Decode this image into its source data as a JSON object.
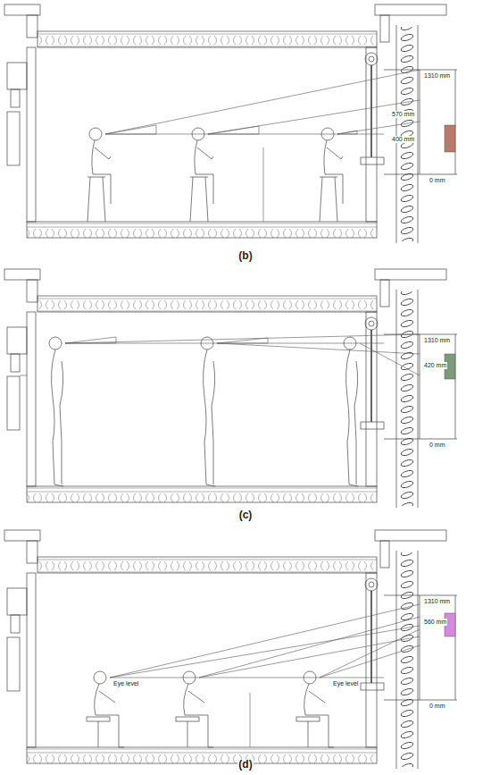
{
  "diagram": {
    "labels": [
      "1310 mm",
      "570 mm",
      "400 mm",
      "0 mm",
      "(b)",
      "1310 mm",
      "420 mm",
      "0 mm",
      "(c)",
      "1310 mm",
      "Eye level",
      "Eye level",
      "560 mm",
      "0 mm",
      "(d)"
    ]
  }
}
